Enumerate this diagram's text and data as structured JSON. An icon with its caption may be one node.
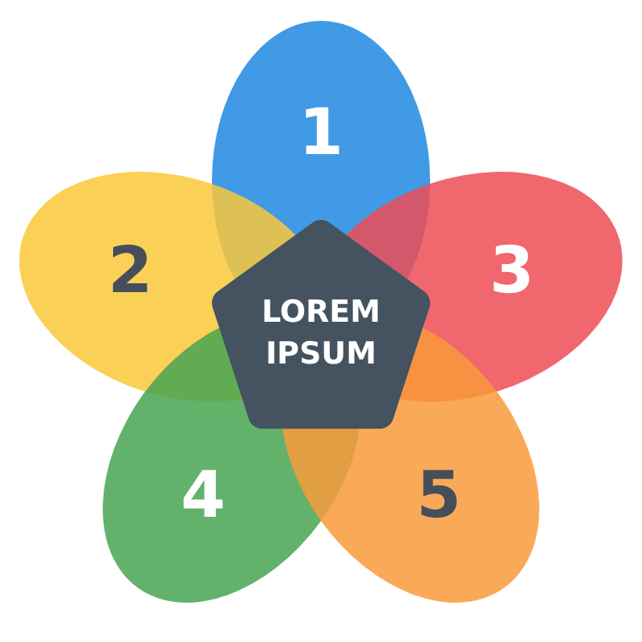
{
  "diagram": {
    "nodes": [
      {
        "text": [
          "1"
        ]
      },
      {
        "text": [
          "2"
        ]
      },
      {
        "text": [
          "3"
        ]
      },
      {
        "text": [
          "4"
        ]
      },
      {
        "text": [
          "5"
        ]
      },
      {
        "text": [
          "LOREM IPSUM"
        ]
      }
    ]
  }
}
